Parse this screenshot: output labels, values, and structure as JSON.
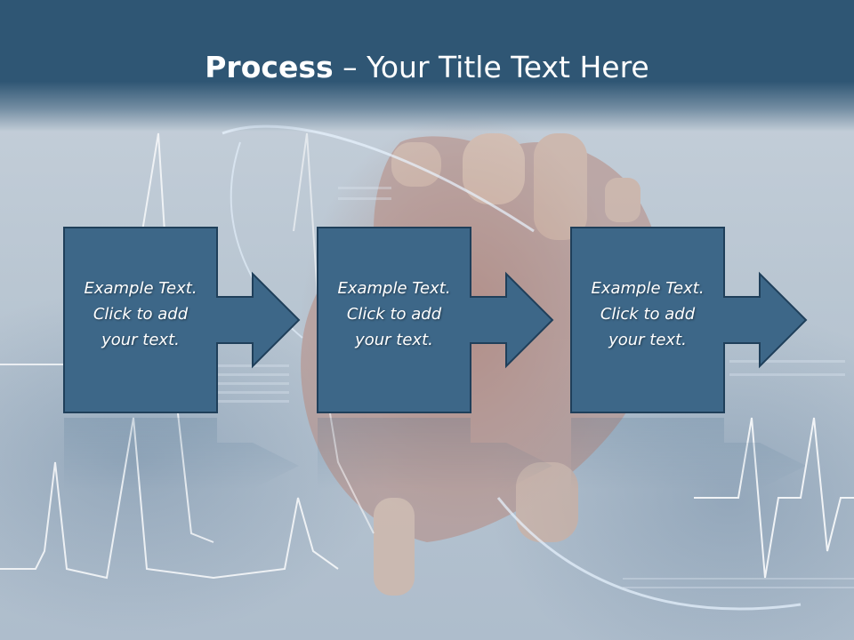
{
  "slide": {
    "title_bold": "Process",
    "title_rest": " – Your Title Text Here"
  },
  "steps": [
    {
      "line1": "Example Text.",
      "line2": "Click  to add",
      "line3": "your text."
    },
    {
      "line1": "Example Text.",
      "line2": "Click  to add",
      "line3": "your text."
    },
    {
      "line1": "Example Text.",
      "line2": "Click  to add",
      "line3": "your text."
    }
  ],
  "colors": {
    "header": "#2f5674",
    "step_fill": "#3d6788",
    "step_stroke": "#1f3f5a"
  }
}
